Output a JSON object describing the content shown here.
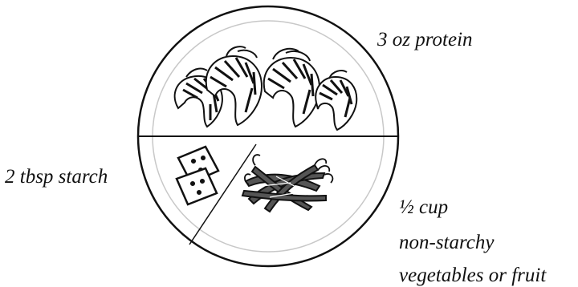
{
  "plate": {
    "sections": [
      {
        "id": "protein",
        "food": "shrimp",
        "label": "3 oz protein"
      },
      {
        "id": "starch",
        "food": "crackers",
        "label": "2 tbsp starch"
      },
      {
        "id": "vegetables",
        "food": "green beans",
        "label_lines": [
          "½ cup",
          "non-starchy",
          "vegetables or fruit"
        ]
      }
    ]
  },
  "colors": {
    "outline": "#111111",
    "inner_ring": "#c8c8c8",
    "background": "#ffffff"
  }
}
